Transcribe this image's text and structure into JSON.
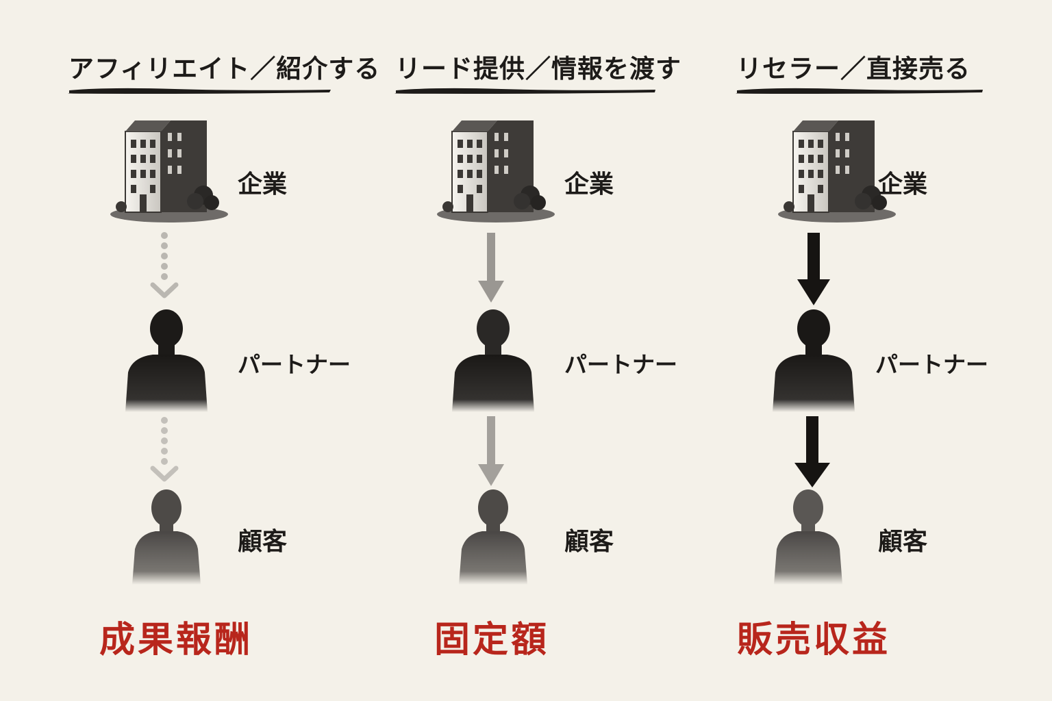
{
  "columns": [
    {
      "title": "アフィリエイト／紹介する",
      "company_label": "企業",
      "partner_label": "パートナー",
      "customer_label": "顧客",
      "revenue_label": "成果報酬",
      "arrow_style": "dotted",
      "arrow_color": "#b9b6b0"
    },
    {
      "title": "リード提供／情報を渡す",
      "company_label": "企業",
      "partner_label": "パートナー",
      "customer_label": "顧客",
      "revenue_label": "固定額",
      "arrow_style": "solid-light",
      "arrow_color": "#9a9792"
    },
    {
      "title": "リセラー／直接売る",
      "company_label": "企業",
      "partner_label": "パートナー",
      "customer_label": "顧客",
      "revenue_label": "販売収益",
      "arrow_style": "solid-bold",
      "arrow_color": "#161412"
    }
  ],
  "colors": {
    "background": "#f4f1e9",
    "ink": "#1d1b19",
    "accent_red": "#b8261c"
  },
  "icons": [
    "building-icon",
    "person-icon",
    "arrow-down-icon"
  ]
}
